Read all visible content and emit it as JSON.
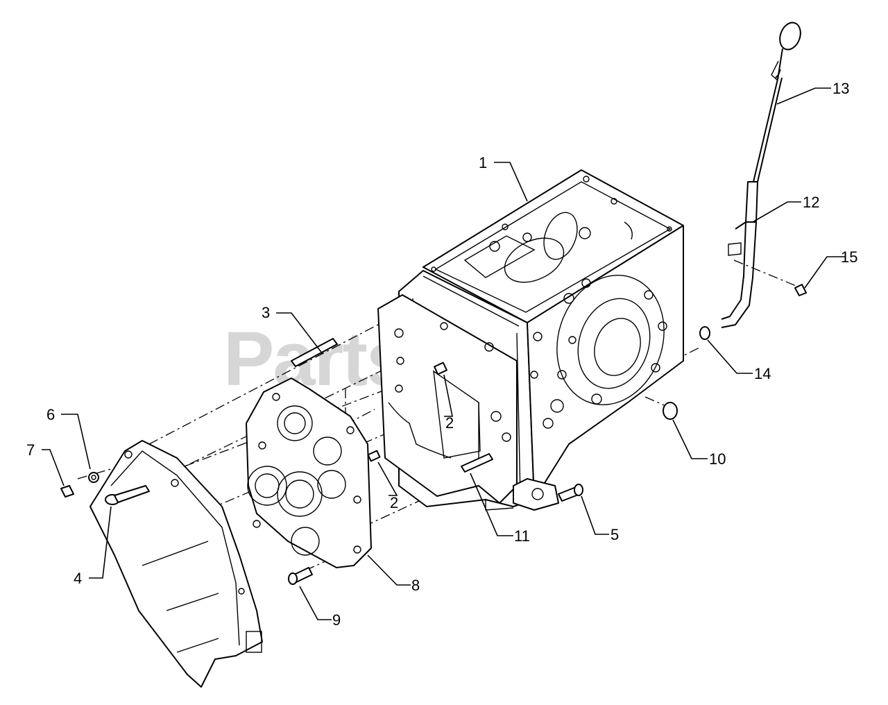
{
  "watermark": {
    "brand": "PartsTree",
    "trademark": "™"
  },
  "callouts": [
    {
      "id": "c1",
      "label": "1"
    },
    {
      "id": "c2a",
      "label": "2"
    },
    {
      "id": "c2b",
      "label": "2"
    },
    {
      "id": "c3",
      "label": "3"
    },
    {
      "id": "c4",
      "label": "4"
    },
    {
      "id": "c5",
      "label": "5"
    },
    {
      "id": "c6",
      "label": "6"
    },
    {
      "id": "c7",
      "label": "7"
    },
    {
      "id": "c8",
      "label": "8"
    },
    {
      "id": "c9",
      "label": "9"
    },
    {
      "id": "c10",
      "label": "10"
    },
    {
      "id": "c11",
      "label": "11"
    },
    {
      "id": "c12",
      "label": "12"
    },
    {
      "id": "c13",
      "label": "13"
    },
    {
      "id": "c14",
      "label": "14"
    },
    {
      "id": "c15",
      "label": "15"
    }
  ]
}
